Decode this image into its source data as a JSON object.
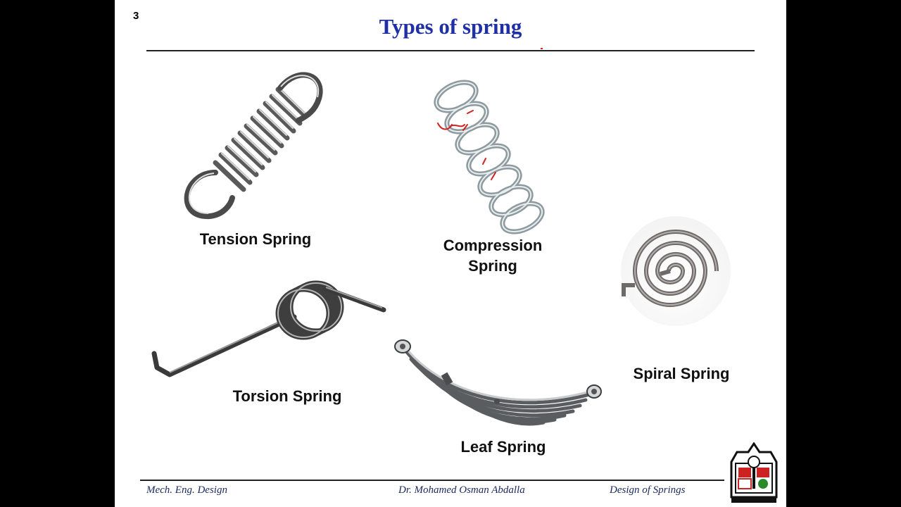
{
  "slide": {
    "number": "3",
    "title": "Types of spring"
  },
  "springs": {
    "tension": "Tension Spring",
    "compression_line1": "Compression",
    "compression_line2": "Spring",
    "spiral": "Spiral Spring",
    "torsion": "Torsion Spring",
    "leaf": "Leaf Spring"
  },
  "footer": {
    "left": "Mech. Eng. Design",
    "center": "Dr. Mohamed Osman Abdalla",
    "right": "Design of Springs"
  },
  "colors": {
    "title": "#1f2fa6",
    "annotation": "#d22222"
  }
}
